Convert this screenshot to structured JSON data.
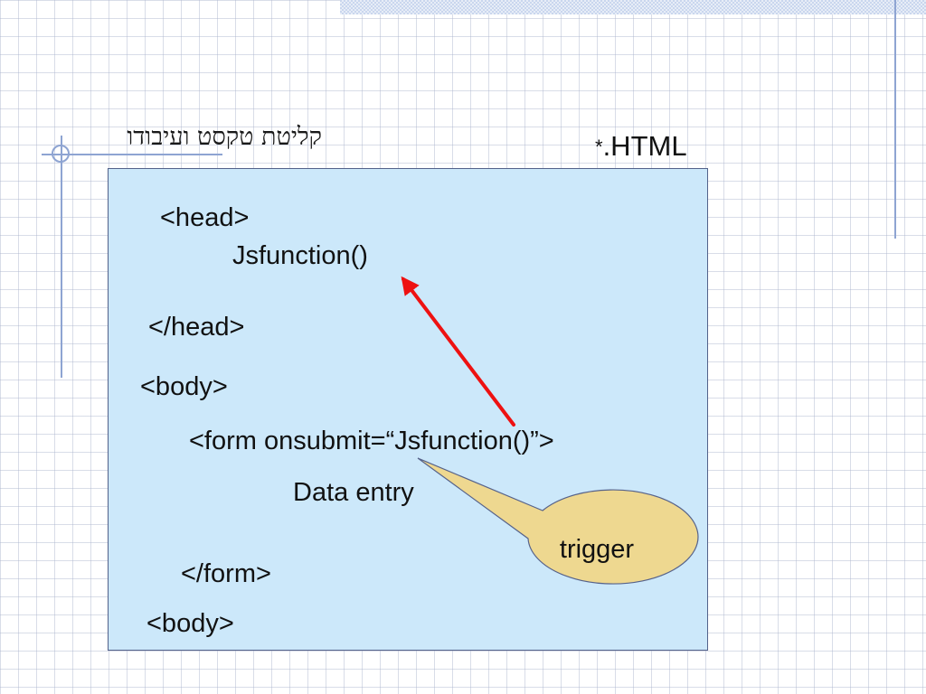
{
  "slide": {
    "title_hebrew": "קליטת טקסט ועיבודו",
    "title_html_prefix": "*",
    "title_html": ".HTML"
  },
  "code": {
    "head_open": "<head>",
    "js_function": "Jsfunction()",
    "head_close": "</head>",
    "body_open": "<body>",
    "form_open": "<form onsubmit=“Jsfunction()”>",
    "data_entry": "Data entry",
    "form_close": "</form>",
    "body_close": "<body>"
  },
  "callout": {
    "label": "trigger",
    "fill": "#eed890"
  },
  "arrow": {
    "color": "#ee1111"
  },
  "colors": {
    "code_box_bg": "#cce8fa",
    "code_box_border": "#53628a",
    "decor_lines": "#8ea4d2"
  }
}
